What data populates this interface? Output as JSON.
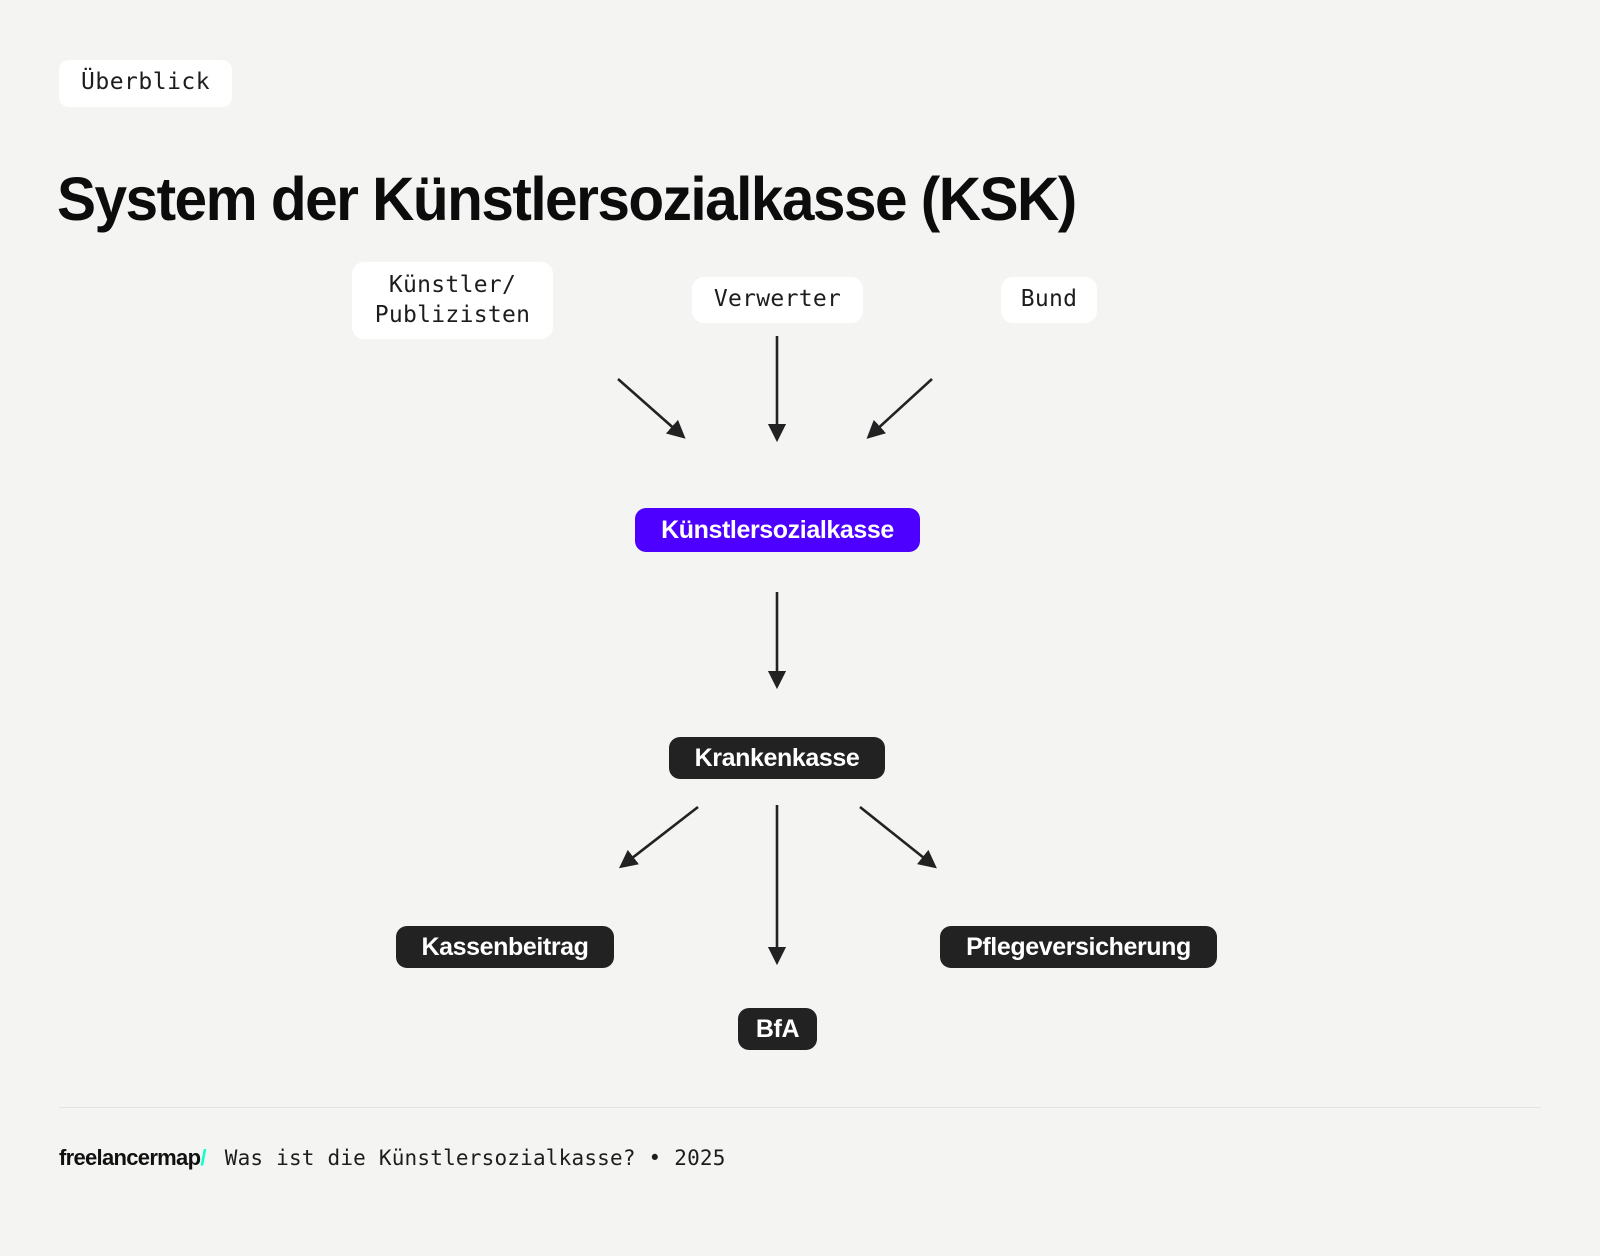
{
  "header": {
    "badge": "Überblick",
    "title": "System der Künstlersozialkasse (KSK)"
  },
  "theme": {
    "background": "#f4f4f3",
    "accent": "#4d00ff",
    "dark": "#222222",
    "surface": "#ffffff",
    "brand_accent": "#10ffc8",
    "edge": "#222222"
  },
  "diagram": {
    "type": "flow",
    "nodes": [
      {
        "id": "kuenstler",
        "label": "Künstler/\nPublizisten",
        "style": "source",
        "level": 0
      },
      {
        "id": "verwerter",
        "label": "Verwerter",
        "style": "source",
        "level": 0
      },
      {
        "id": "bund",
        "label": "Bund",
        "style": "source",
        "level": 0
      },
      {
        "id": "ksk",
        "label": "Künstlersozialkasse",
        "style": "accent",
        "level": 1
      },
      {
        "id": "krankenkasse",
        "label": "Krankenkasse",
        "style": "dark",
        "level": 2
      },
      {
        "id": "kassenbeitrag",
        "label": "Kassenbeitrag",
        "style": "dark",
        "level": 3
      },
      {
        "id": "bfa",
        "label": "BfA",
        "style": "dark",
        "level": 3
      },
      {
        "id": "pflegeversicherung",
        "label": "Pflegeversicherung",
        "style": "dark",
        "level": 3
      }
    ],
    "edges": [
      {
        "from": "kuenstler",
        "to": "ksk"
      },
      {
        "from": "verwerter",
        "to": "ksk"
      },
      {
        "from": "bund",
        "to": "ksk"
      },
      {
        "from": "ksk",
        "to": "krankenkasse"
      },
      {
        "from": "krankenkasse",
        "to": "kassenbeitrag"
      },
      {
        "from": "krankenkasse",
        "to": "bfa"
      },
      {
        "from": "krankenkasse",
        "to": "pflegeversicherung"
      }
    ]
  },
  "footer": {
    "brand": "freelancermap",
    "brand_slash": "/",
    "meta": "Was ist die Künstlersozialkasse? • 2025"
  }
}
